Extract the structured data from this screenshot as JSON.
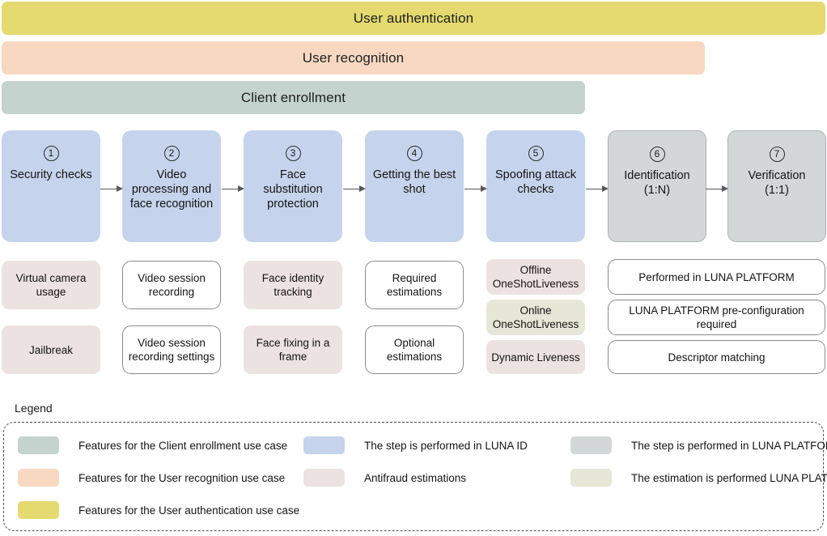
{
  "banners": [
    {
      "id": "user-authentication",
      "label": "User authentication",
      "color": "#e4da6f"
    },
    {
      "id": "user-recognition",
      "label": "User recognition",
      "color": "#f8d8c1"
    },
    {
      "id": "client-enrollment",
      "label": "Client enrollment",
      "color": "#c4d3cd"
    }
  ],
  "steps": [
    {
      "number": "1",
      "label": "Security checks",
      "variant": "blue"
    },
    {
      "number": "2",
      "label": "Video processing and face recognition",
      "variant": "blue"
    },
    {
      "number": "3",
      "label": "Face substitution protection",
      "variant": "blue"
    },
    {
      "number": "4",
      "label": "Getting the best shot",
      "variant": "blue"
    },
    {
      "number": "5",
      "label": "Spoofing attack checks",
      "variant": "blue"
    },
    {
      "number": "6",
      "label": "Identification (1:N)",
      "variant": "gray"
    },
    {
      "number": "7",
      "label": "Verification (1:1)",
      "variant": "gray"
    }
  ],
  "features": [
    {
      "label": "Virtual camera usage",
      "variant": "pink"
    },
    {
      "label": "Jailbreak",
      "variant": "pink"
    },
    {
      "label": "Video session recording",
      "variant": "white"
    },
    {
      "label": "Video session recording settings",
      "variant": "white"
    },
    {
      "label": "Face identity tracking",
      "variant": "pink"
    },
    {
      "label": "Face fixing in a frame",
      "variant": "pink"
    },
    {
      "label": "Required estimations",
      "variant": "white"
    },
    {
      "label": "Optional estimations",
      "variant": "white"
    },
    {
      "label": "Offline OneShotLiveness",
      "variant": "pink"
    },
    {
      "label": "Online OneShotLiveness",
      "variant": "olive"
    },
    {
      "label": "Dynamic Liveness",
      "variant": "pink"
    },
    {
      "label": "Performed in LUNA PLATFORM",
      "variant": "white"
    },
    {
      "label": "LUNA PLATFORM pre-configuration required",
      "variant": "white"
    },
    {
      "label": "Descriptor matching",
      "variant": "white"
    }
  ],
  "legend": {
    "title": "Legend",
    "items": [
      {
        "label": "Features for the Client enrollment use case",
        "color": "#c4d3cd"
      },
      {
        "label": "Features for the User recognition use case",
        "color": "#f8d8c1"
      },
      {
        "label": "Features for the User authentication use case",
        "color": "#e4da6f"
      },
      {
        "label": "The step is performed in LUNA ID",
        "color": "#c5d4ec"
      },
      {
        "label": "Antifraud estimations",
        "color": "#ece2e1"
      },
      {
        "label": "The step is performed in LUNA PLATFORM",
        "color": "#d4d7d8"
      },
      {
        "label": "The estimation is performed LUNA PLATFORM",
        "color": "#e6e7d6"
      }
    ]
  }
}
